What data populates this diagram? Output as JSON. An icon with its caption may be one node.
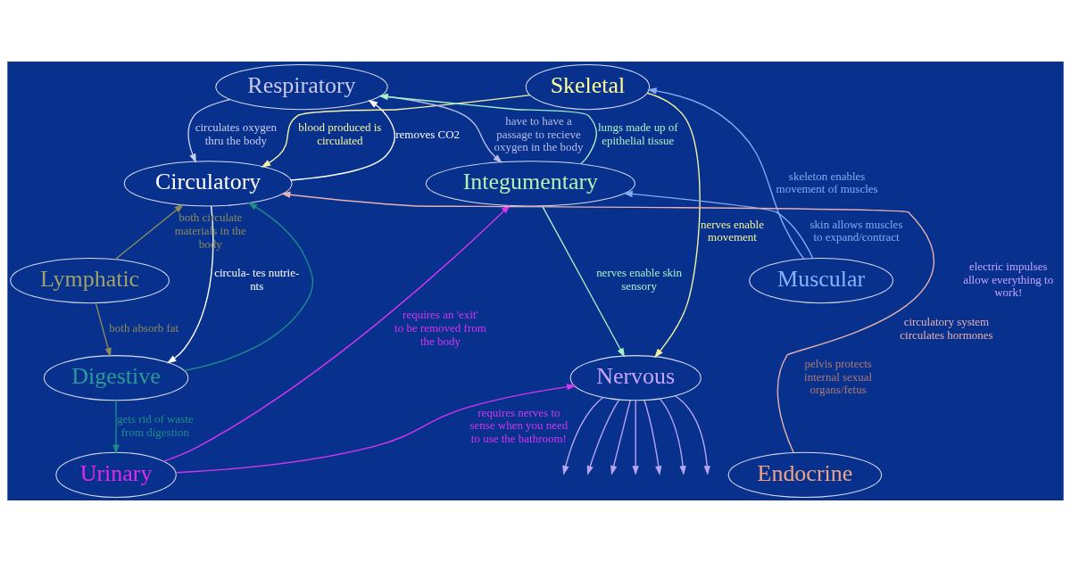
{
  "diagram": {
    "nodes": [
      {
        "text": [
          "Skeletal"
        ]
      },
      {
        "text": [
          "Respiratory"
        ]
      },
      {
        "text": [
          "Integumentary"
        ]
      },
      {
        "text": [
          "Circulatory"
        ]
      },
      {
        "text": [
          "Muscular"
        ]
      },
      {
        "text": [
          "Lymphatic"
        ]
      },
      {
        "text": [
          "Nervous"
        ]
      },
      {
        "text": [
          "Digestive"
        ]
      },
      {
        "text": [
          "Urinary"
        ]
      },
      {
        "text": [
          "Endocrine"
        ]
      }
    ],
    "edges": [
      {
        "from": 0,
        "to": 3,
        "arrow": "to",
        "label": "blood produced is circulated",
        "color": "#f4f4a0"
      },
      {
        "from": 2,
        "to": 1,
        "arrow": "to",
        "label": "lungs made up of epithelial tissue",
        "color": "#a8f0c8"
      },
      {
        "from": 4,
        "to": 0,
        "arrow": "to",
        "label": "skeleton enables movement of muscles",
        "color": "#84acf4"
      },
      {
        "from": 4,
        "to": 2,
        "arrow": "to",
        "label": "skin allows muscles to expand/contract",
        "color": "#84acf4"
      },
      {
        "from": 3,
        "to": 1,
        "arrow": "to",
        "label": "removes CO2",
        "color": "#ffffff"
      },
      {
        "from": 1,
        "to": 3,
        "arrow": "to",
        "label": "circulates oxygen thru the body",
        "color": "#c8ccf0"
      },
      {
        "from": 5,
        "to": 3,
        "arrow": "to",
        "label": "both circulate materials in the body",
        "color": "#8c8c5c"
      },
      {
        "from": 1,
        "to": 2,
        "arrow": "to",
        "label": "have to have a passage to recieve oxygen in the body",
        "color": "#b8bce4"
      },
      {
        "from": 2,
        "to": 6,
        "arrow": "to",
        "label": "nerves enable skin sensory",
        "color": "#a8f0c8"
      },
      {
        "from": 0,
        "to": 6,
        "arrow": "to",
        "label": "nerves enable movement",
        "color": "#f4f4a0"
      },
      {
        "from": 3,
        "to": 7,
        "arrow": "to",
        "label": "circula- tes nutrie- nts",
        "color": "#ffffff"
      },
      {
        "from": 7,
        "to": 3,
        "arrow": "to",
        "color": "#1e8c8c"
      },
      {
        "from": 5,
        "to": 7,
        "arrow": "to",
        "label": "both absorb fat",
        "color": "#8c8c5c"
      },
      {
        "from": 8,
        "to": 2,
        "arrow": "to",
        "label": "requires an 'exit' to be removed from the body",
        "color": "#d834f0"
      },
      {
        "from": 8,
        "to": 6,
        "arrow": "to",
        "label": "requires nerves to sense when you need to use the bathroom!",
        "color": "#d834f0"
      },
      {
        "from": 9,
        "to": 3,
        "arrow": "to",
        "label": "circulatory system circulates hormones",
        "color": "#e8b0b0"
      },
      {
        "from": 7,
        "to": 8,
        "arrow": "to",
        "label": "gets rid of waste from digestion",
        "color": "#1e8c8c"
      },
      {
        "from": 6,
        "to": null,
        "arrow": "to"
      },
      {
        "from": 6,
        "to": null,
        "arrow": "to"
      },
      {
        "from": 6,
        "to": null,
        "arrow": "to"
      },
      {
        "from": 6,
        "to": null,
        "arrow": "to"
      },
      {
        "from": 6,
        "to": null,
        "arrow": "to"
      },
      {
        "from": 6,
        "to": null,
        "arrow": "to"
      },
      {
        "from": 6,
        "to": null,
        "arrow": "to"
      }
    ],
    "labels": [
      "electric impulses allow everything to work!",
      "pelvis protects internal sexual organs/fetus"
    ]
  }
}
